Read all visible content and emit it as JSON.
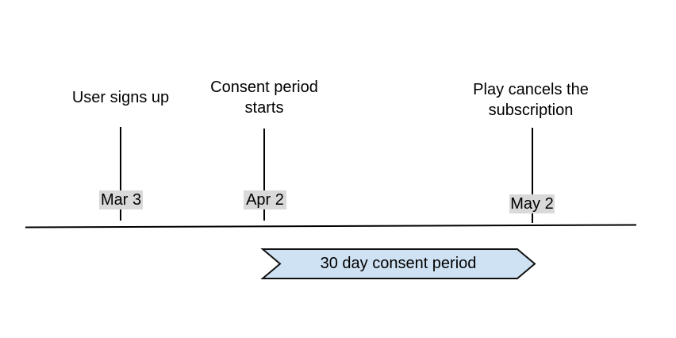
{
  "timeline": {
    "events": [
      {
        "line1": "User signs up",
        "line2": "",
        "date": "Mar 3"
      },
      {
        "line1": "Consent period",
        "line2": "starts",
        "date": "Apr 2"
      },
      {
        "line1": "Play cancels the",
        "line2": "subscription",
        "date": "May 2"
      }
    ],
    "period_label": "30 day consent period",
    "colors": {
      "period_fill": "#cfe2f3",
      "period_stroke": "#111111",
      "date_chip_bg": "#d9d9d9",
      "line": "#000000",
      "text": "#000000"
    }
  }
}
